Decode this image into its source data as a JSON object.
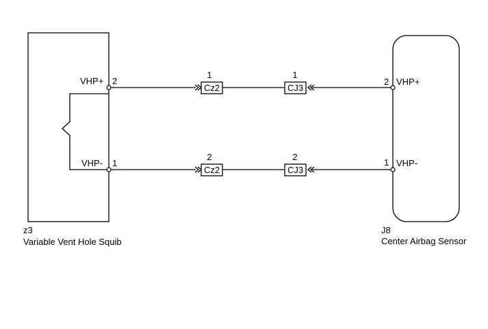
{
  "left_component": {
    "code": "z3",
    "name": "Variable Vent Hole Squib",
    "pins": [
      {
        "signal": "VHP+",
        "number": "2"
      },
      {
        "signal": "VHP-",
        "number": "1"
      }
    ]
  },
  "right_component": {
    "code": "J8",
    "name": "Center Airbag Sensor",
    "pins": [
      {
        "signal": "VHP+",
        "number": "2"
      },
      {
        "signal": "VHP-",
        "number": "1"
      }
    ]
  },
  "wires": [
    {
      "connectors": [
        {
          "name": "Cz2",
          "pin": "1"
        },
        {
          "name": "CJ3",
          "pin": "1"
        }
      ]
    },
    {
      "connectors": [
        {
          "name": "Cz2",
          "pin": "2"
        },
        {
          "name": "CJ3",
          "pin": "2"
        }
      ]
    }
  ]
}
